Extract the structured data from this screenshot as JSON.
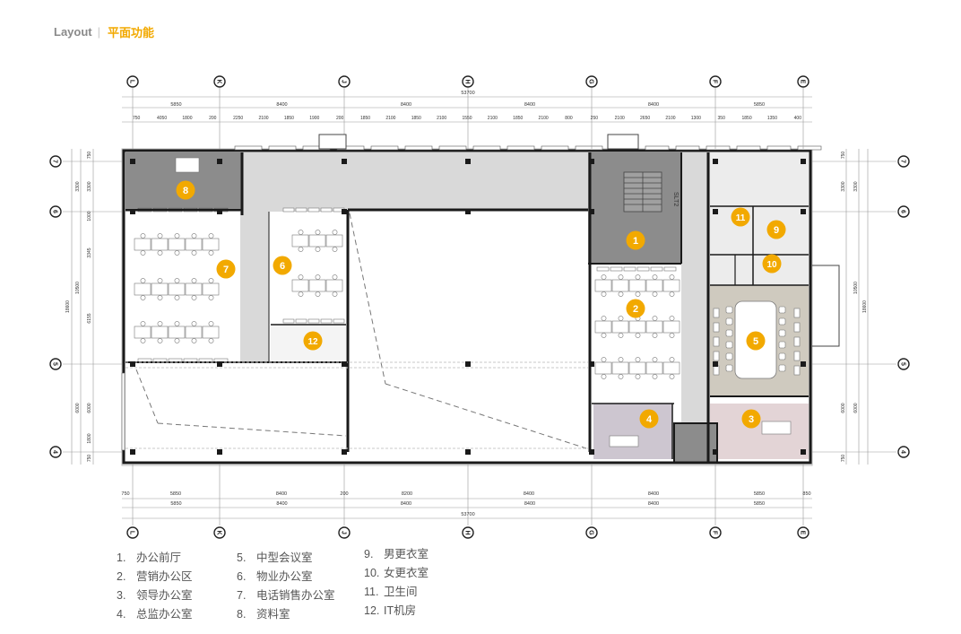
{
  "header": {
    "title": "Layout",
    "separator": "|",
    "subtitle": "平面功能"
  },
  "colors": {
    "accent": "#f2a900",
    "wall": "#1a1a1a",
    "corridor": "#d9d9d9",
    "dark_room": "#8c8c8c",
    "meeting_room": "#cfcabf",
    "office_purple": "#cdc6d0",
    "office_pink": "#e3d4d6"
  },
  "grid_columns": {
    "labels": [
      "L",
      "K",
      "J",
      "H",
      "G",
      "F",
      "E"
    ],
    "top_overall": "53700",
    "top_spans": [
      "5850",
      "8400",
      "8400",
      "8400",
      "8400",
      "5850"
    ],
    "top_details": [
      "750",
      "4050",
      "1800",
      "200",
      "2250",
      "2100",
      "1850",
      "1900",
      "200",
      "1850",
      "2100",
      "1850",
      "2100",
      "1550",
      "2100",
      "1850",
      "2100",
      "800",
      "250",
      "2100",
      "2650",
      "2100",
      "1300",
      "350",
      "1850",
      "1350",
      "400"
    ],
    "bottom_row1": [
      "750",
      "5850",
      "8400",
      "200",
      "8200",
      "8400",
      "8400",
      "5850",
      "850"
    ],
    "bottom_row2": [
      "5850",
      "8400",
      "8400",
      "8400",
      "8400",
      "5850"
    ],
    "bottom_overall": "53700"
  },
  "grid_rows": {
    "labels": [
      "7",
      "6",
      "5",
      "4"
    ],
    "left_details": [
      "750",
      "3300",
      "1000",
      "3345",
      "6155",
      "6000",
      "1800",
      "750"
    ],
    "left_mid": [
      "3300",
      "10500",
      "6000"
    ],
    "left_overall": "18600",
    "right_mid": [
      "3300",
      "10500",
      "6000"
    ],
    "right_details": [
      "750",
      "3300",
      "6000",
      "750"
    ],
    "right_overall": "18600"
  },
  "stair_label": "SLT2",
  "rooms": [
    {
      "num": "1"
    },
    {
      "num": "2"
    },
    {
      "num": "3"
    },
    {
      "num": "4"
    },
    {
      "num": "5"
    },
    {
      "num": "6"
    },
    {
      "num": "7"
    },
    {
      "num": "8"
    },
    {
      "num": "9"
    },
    {
      "num": "10"
    },
    {
      "num": "11"
    },
    {
      "num": "12"
    }
  ],
  "legend": [
    {
      "num": "1.",
      "label": "办公前厅"
    },
    {
      "num": "2.",
      "label": "营销办公区"
    },
    {
      "num": "3.",
      "label": "领导办公室"
    },
    {
      "num": "4.",
      "label": "总监办公室"
    },
    {
      "num": "5.",
      "label": "中型会议室"
    },
    {
      "num": "6.",
      "label": "物业办公室"
    },
    {
      "num": "7.",
      "label": "电话销售办公室"
    },
    {
      "num": "8.",
      "label": "资料室"
    },
    {
      "num": "9.",
      "label": "男更衣室"
    },
    {
      "num": "10.",
      "label": "女更衣室"
    },
    {
      "num": "11.",
      "label": "卫生间"
    },
    {
      "num": "12.",
      "label": "IT机房"
    }
  ]
}
